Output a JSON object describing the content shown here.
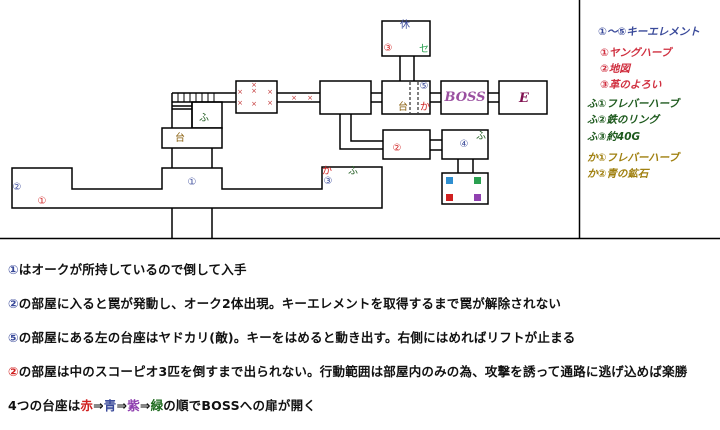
{
  "map": {
    "rooms": {
      "rest": {
        "rest_label": "休",
        "item_marker": "③",
        "save_marker": "セ"
      },
      "lift": {
        "key_marker": "⑤",
        "pedestal": "台",
        "chest_marker": "か"
      },
      "boss": {
        "label": "BOSS"
      },
      "exit": {
        "label": "E"
      },
      "trap_room_2": {
        "marker": "②"
      },
      "room_4": {
        "key_marker": "④",
        "bag_marker": "ふ"
      },
      "fu_room": {
        "bag_marker": "ふ"
      },
      "pedestal_room": {
        "pedestal": "台"
      },
      "center": {
        "key_marker": "①"
      },
      "west": {
        "key_marker": "②",
        "item_marker": "①"
      },
      "east": {
        "chest_marker": "か",
        "key_marker": "③",
        "bag_marker": "ふ"
      },
      "trap_marks": [
        "×",
        "×",
        "×",
        "×",
        "×",
        "×",
        "×",
        "×",
        "×"
      ]
    },
    "pedestals": [
      {
        "color_name": "blue",
        "color": "#2f8fd0"
      },
      {
        "color_name": "green",
        "color": "#2aa050"
      },
      {
        "color_name": "red",
        "color": "#d02020"
      },
      {
        "color_name": "purple",
        "color": "#9040b0"
      }
    ]
  },
  "legend": {
    "key_elements": "①～⑤キーエレメント",
    "red_items": [
      "①ヤングハーブ",
      "②地図",
      "③革のよろい"
    ],
    "fu_items": [
      "ふ①フレバーハーブ",
      "ふ②鉄のリング",
      "ふ③約40G"
    ],
    "ka_items": [
      "か①フレバーハーブ",
      "か②青の鉱石"
    ],
    "colors": {
      "blue": "#3a4a9a",
      "red": "#d03040",
      "green": "#1e5a1e",
      "gold": "#a08010"
    }
  },
  "notes": [
    [
      {
        "t": "①",
        "c": "#3a4a9a"
      },
      {
        "t": "はオークが所持しているので倒して入手",
        "c": "#111"
      }
    ],
    [
      {
        "t": "②",
        "c": "#3a4a9a"
      },
      {
        "t": "の部屋に入ると罠が発動し、オーク2体出現。キーエレメントを取得するまで罠が解除されない",
        "c": "#111"
      }
    ],
    [
      {
        "t": "⑤",
        "c": "#3a4a9a"
      },
      {
        "t": "の部屋にある左の台座はヤドカリ(敵)。キーをはめると動き出す。右側にはめればリフトが止まる",
        "c": "#111"
      }
    ],
    [
      {
        "t": "②",
        "c": "#d02020"
      },
      {
        "t": "の部屋は中のスコーピオ3匹を倒すまで出られない。行動範囲は部屋内のみの為、攻撃を誘って通路に逃げ込めば楽勝",
        "c": "#111"
      }
    ],
    [
      {
        "t": "4つの台座は",
        "c": "#111"
      },
      {
        "t": "赤",
        "c": "#d02020"
      },
      {
        "t": "⇒",
        "c": "#111"
      },
      {
        "t": "青",
        "c": "#3a4a9a"
      },
      {
        "t": "⇒",
        "c": "#111"
      },
      {
        "t": "紫",
        "c": "#9040b0"
      },
      {
        "t": "⇒",
        "c": "#111"
      },
      {
        "t": "緑",
        "c": "#1e6a1e"
      },
      {
        "t": "の順でBOSSへの扉が開く",
        "c": "#111"
      }
    ]
  ]
}
